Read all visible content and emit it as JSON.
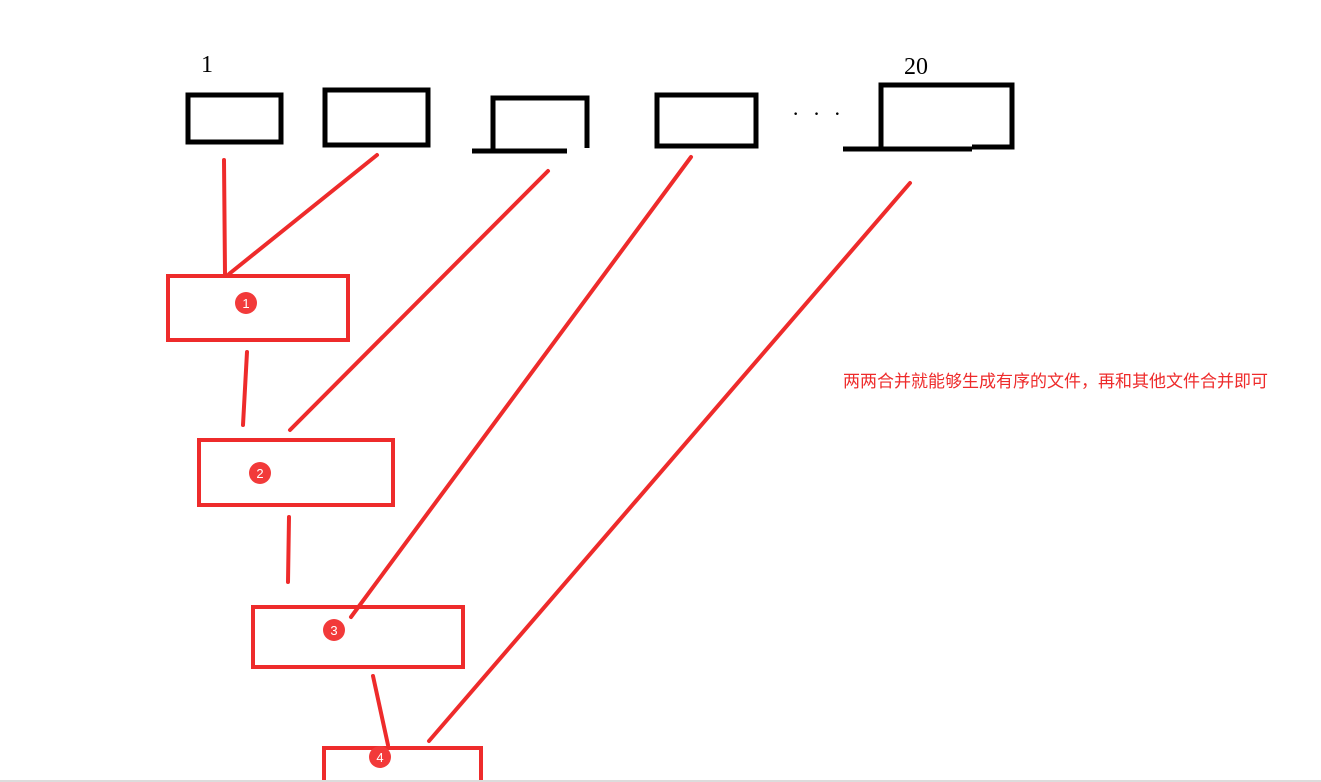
{
  "file_labels": {
    "first": "1",
    "last": "20"
  },
  "ellipsis": "· · ·",
  "merge_steps": [
    "1",
    "2",
    "3",
    "4"
  ],
  "note": "两两合并就能够生成有序的文件，再和其他文件合并即可",
  "colors": {
    "ink": "#000000",
    "accent": "#ee2b2b",
    "badge": "#f23a3a"
  }
}
